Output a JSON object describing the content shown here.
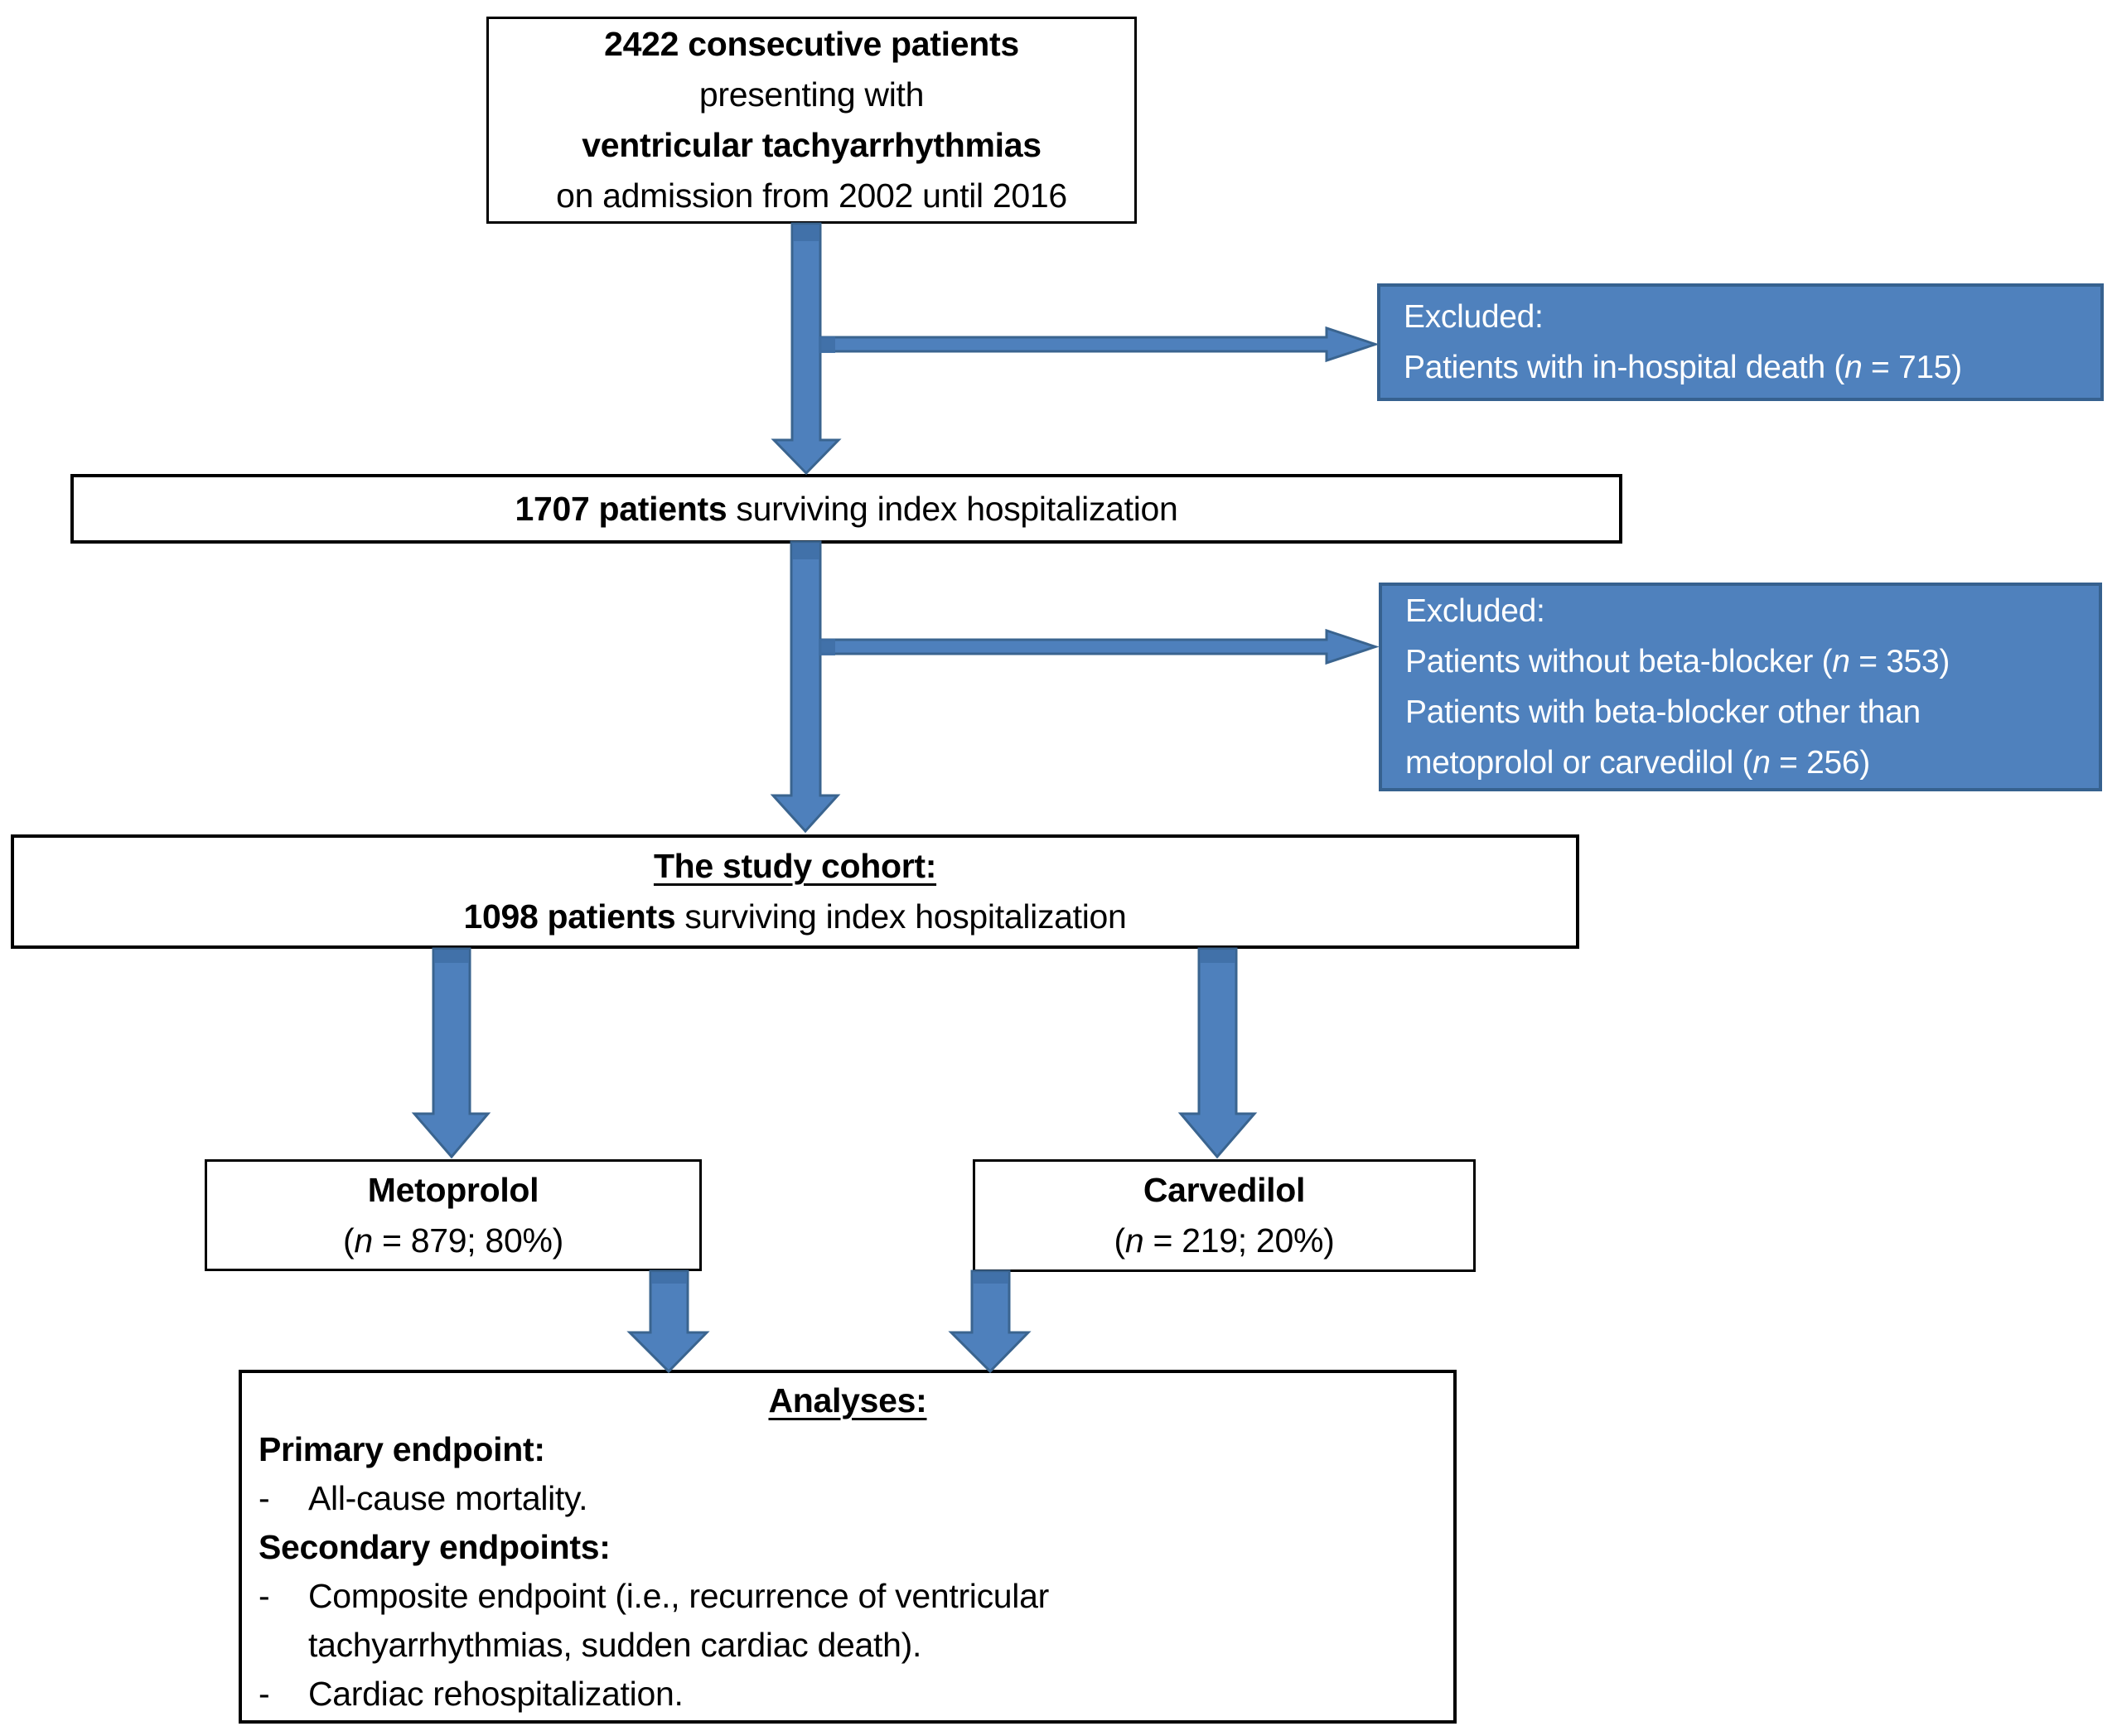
{
  "colors": {
    "accent_blue": "#4f81bd",
    "accent_blue_border": "#36618f",
    "arrow_fill": "#4e80bc",
    "arrow_outline": "#3a648f",
    "box_border": "#000000",
    "text": "#000000",
    "excluded_text": "#ffffff"
  },
  "top_box": {
    "line1": "2422 consecutive patients",
    "line2": "presenting with",
    "line3": "ventricular tachyarrhythmias",
    "line4": "on admission from 2002 until 2016"
  },
  "excluded_box_1": {
    "title": "Excluded:",
    "item_pre": "Patients with in-hospital death (",
    "item_n": "n",
    "item_post": " = 715)"
  },
  "survivors_box": {
    "count": "1707 patients",
    "rest": " surviving index hospitalization"
  },
  "excluded_box_2": {
    "title": "Excluded:",
    "item1_pre": "Patients without beta-blocker (",
    "item1_n": "n",
    "item1_post": " = 353)",
    "item2": "Patients with beta-blocker other than",
    "item3_pre": "metoprolol or carvedilol (",
    "item3_n": "n",
    "item3_post": " = 256)"
  },
  "cohort_box": {
    "title": "The study cohort:",
    "count": "1098 patients",
    "rest": " surviving index hospitalization"
  },
  "metoprolol_box": {
    "name": "Metoprolol",
    "stat_pre": "(",
    "stat_n": "n",
    "stat_post": " = 879; 80%)"
  },
  "carvedilol_box": {
    "name": "Carvedilol",
    "stat_pre": "(",
    "stat_n": "n",
    "stat_post": " = 219; 20%)"
  },
  "analyses_box": {
    "title": "Analyses:",
    "primary_label": "Primary endpoint:",
    "secondary_label": "Secondary endpoints:",
    "bullets": [
      {
        "dash": "-",
        "lines": [
          "All-cause mortality."
        ]
      },
      {
        "dash": "-",
        "lines": [
          "Composite endpoint (i.e., recurrence of ventricular",
          "tachyarrhythmias, sudden cardiac death)."
        ]
      },
      {
        "dash": "-",
        "lines": [
          "Cardiac rehospitalization."
        ]
      }
    ]
  }
}
